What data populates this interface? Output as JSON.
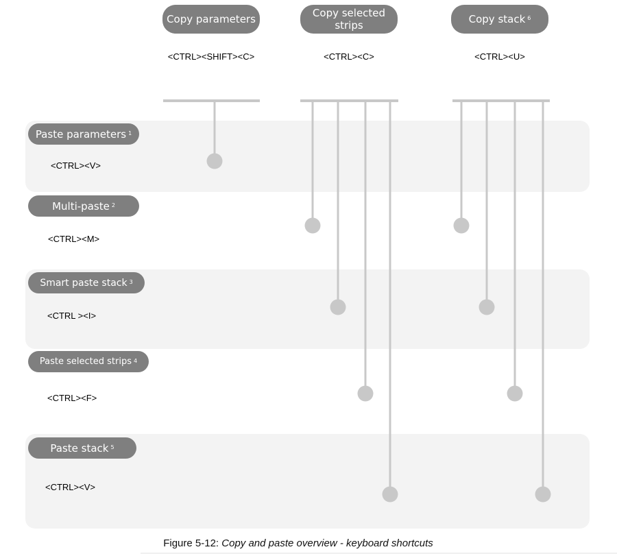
{
  "copy_actions": [
    {
      "label": "Copy parameters",
      "sup": "",
      "shortcut": "<CTRL><SHIFT><C>"
    },
    {
      "label": "Copy selected strips",
      "sup": "",
      "shortcut": "<CTRL><C>"
    },
    {
      "label": "Copy stack",
      "sup": "6",
      "shortcut": "<CTRL><U>"
    }
  ],
  "paste_actions": [
    {
      "label": "Paste parameters",
      "sup": "1",
      "shortcut": "<CTRL><V>"
    },
    {
      "label": "Multi-paste",
      "sup": "2",
      "shortcut": "<CTRL><M>"
    },
    {
      "label": "Smart paste stack",
      "sup": "3",
      "shortcut": "<CTRL ><I>"
    },
    {
      "label": "Paste selected strips",
      "sup": "4",
      "shortcut": "<CTRL><F>"
    },
    {
      "label": "Paste stack",
      "sup": "5",
      "shortcut": "<CTRL><V>"
    }
  ],
  "caption": {
    "prefix": "Figure 5-12: ",
    "title": "Copy and paste overview - keyboard shortcuts"
  },
  "connections": [
    {
      "from": 0,
      "to": [
        0
      ]
    },
    {
      "from": 1,
      "to": [
        1,
        2,
        3,
        4
      ]
    },
    {
      "from": 2,
      "to": [
        1,
        2,
        3,
        4
      ]
    }
  ],
  "colors": {
    "pill": "#7f7f7f",
    "pill_text": "#ffffff",
    "connector": "#c8c8c8",
    "band": "#f3f3f3"
  }
}
